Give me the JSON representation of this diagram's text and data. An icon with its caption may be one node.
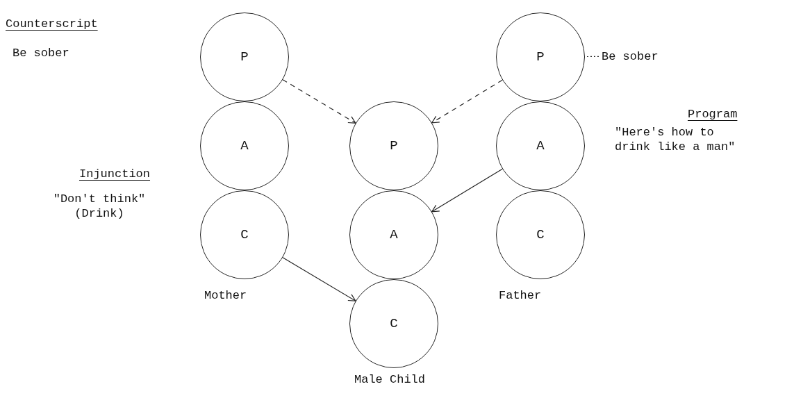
{
  "diagram": {
    "nodes": [
      {
        "text": [
          "P"
        ]
      },
      {
        "text": [
          "A"
        ]
      },
      {
        "text": [
          "C"
        ]
      },
      {
        "text": [
          "P"
        ]
      },
      {
        "text": [
          "A"
        ]
      },
      {
        "text": [
          "C"
        ]
      },
      {
        "text": [
          "P"
        ]
      },
      {
        "text": [
          "A"
        ]
      },
      {
        "text": [
          "C"
        ]
      },
      {
        "text": [
          "Be sober"
        ]
      }
    ],
    "edges": [
      {
        "from": 0,
        "to": 3,
        "arrow": "to",
        "style": "dashed"
      },
      {
        "from": 6,
        "to": 3,
        "arrow": "to",
        "style": "dashed"
      },
      {
        "from": 7,
        "to": 4,
        "arrow": "to"
      },
      {
        "from": 2,
        "to": 5,
        "arrow": "to"
      },
      {
        "from": 9,
        "to": 6,
        "arrow": "none",
        "style": "dashed"
      }
    ],
    "labels": [
      "Counterscript",
      "Be sober",
      "Program",
      "\"Here's how to drink like a man\"",
      "Injunction",
      "\"Don't think\" (Drink)",
      "Mother",
      "Father",
      "Male Child"
    ]
  }
}
